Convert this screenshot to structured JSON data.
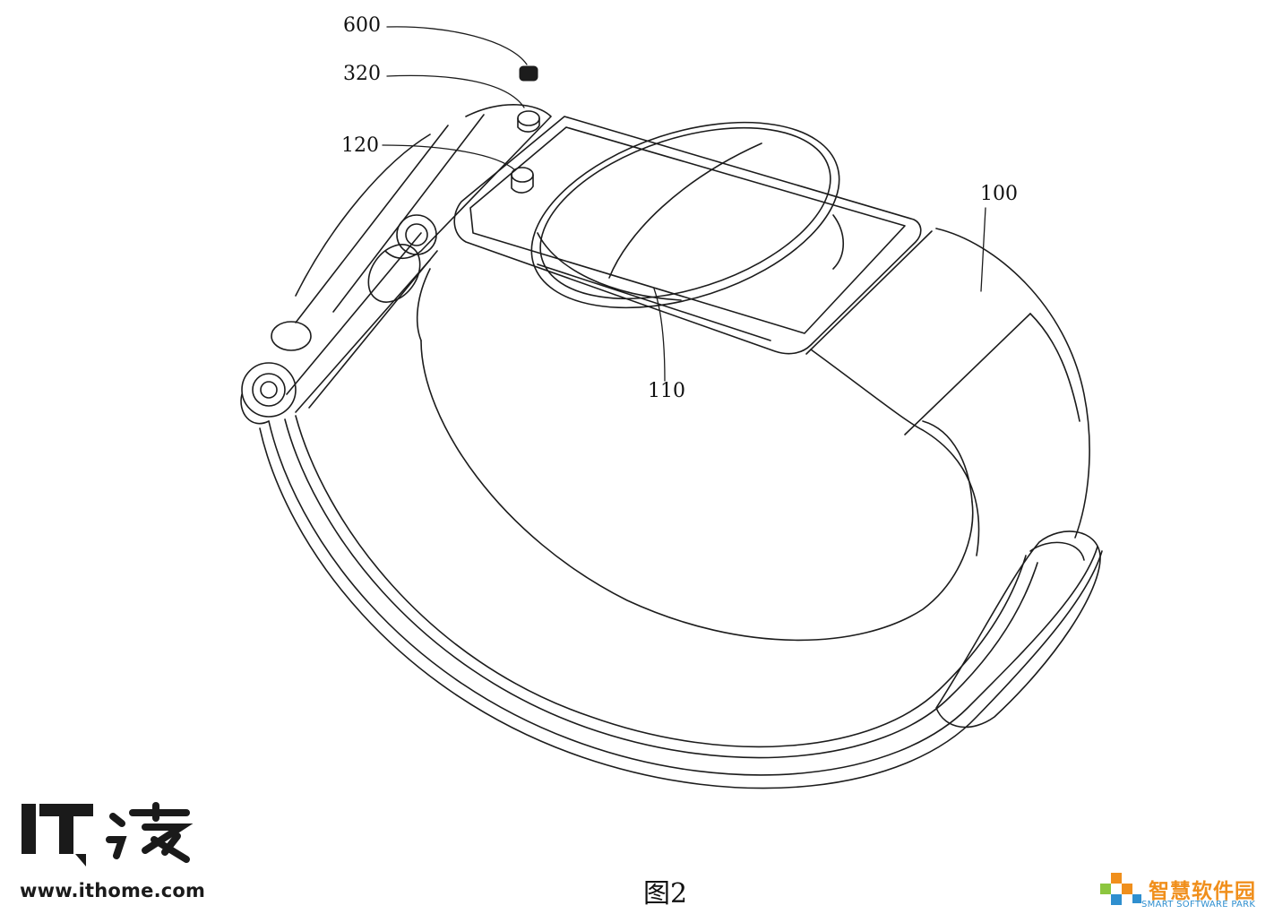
{
  "labels": {
    "l600": "600",
    "l320": "320",
    "l120": "120",
    "l100": "100",
    "l110": "110"
  },
  "caption": "图2",
  "watermark_left": {
    "logo_text": "IT之家",
    "url": "www.ithome.com"
  },
  "watermark_right": {
    "name": "智慧软件园",
    "subtitle": "SMART SOFTWARE PARK"
  },
  "colors": {
    "line": "#1c1c1c",
    "ssp_orange": "#f08f1c",
    "ssp_blue": "#2f8fcf",
    "ssp_green": "#8cc63f"
  }
}
